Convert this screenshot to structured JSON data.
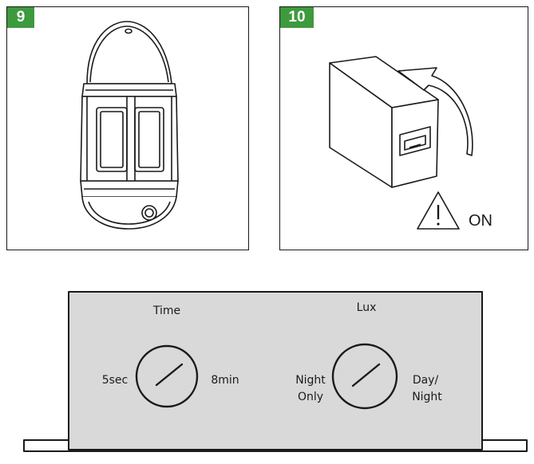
{
  "step_9": {
    "number": "9",
    "icon": "motion-sensor-lantern-illustration"
  },
  "step_10": {
    "number": "10",
    "icon": "junction-box-switch-illustration",
    "warning_icon": "warning-triangle-icon",
    "status_text": "ON"
  },
  "control_panel": {
    "time_dial": {
      "title": "Time",
      "min_label": "5sec",
      "max_label": "8min"
    },
    "lux_dial": {
      "title": "Lux",
      "min_label_line1": "Night",
      "min_label_line2": "Only",
      "max_label_line1": "Day/",
      "max_label_line2": "Night"
    }
  },
  "colors": {
    "badge_green": "#3d9a3d",
    "panel_gray": "#d9d9d9",
    "stroke": "#1a1a1a"
  }
}
